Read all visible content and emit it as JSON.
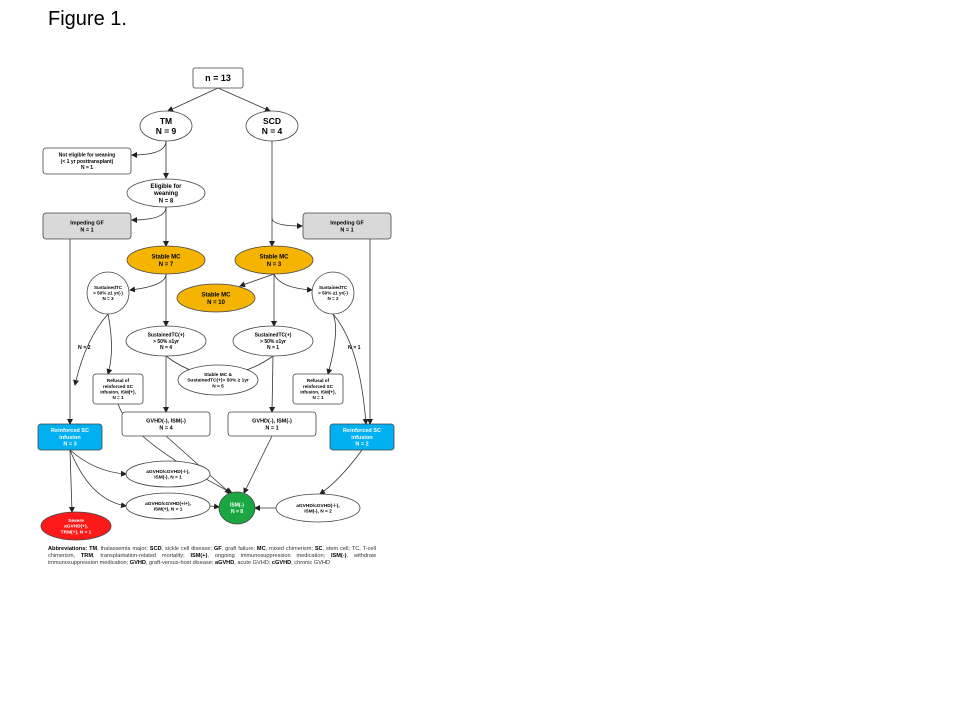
{
  "figure_title": "Figure 1.",
  "colors": {
    "stable_mc": "#f5b400",
    "reinforced_sc": "#00b0f0",
    "ism_negative": "#1aa742",
    "severe": "#ff1a1a",
    "impeding_gf": "#d9d9d9"
  },
  "nodes": {
    "root": [
      "n = 13"
    ],
    "tm": [
      "TM",
      "N = 9"
    ],
    "scd": [
      "SCD",
      "N = 4"
    ],
    "not_eligible": [
      "Not eligible for weaning",
      "(< 1 yr posttransplant)",
      "N = 1"
    ],
    "eligible": [
      "Eligible for",
      "weaning",
      "N = 8"
    ],
    "impeding_gf_left": [
      "Impeding GF",
      "N = 1"
    ],
    "impeding_gf_right": [
      "Impeding GF",
      "N = 1"
    ],
    "stable_mc_left": [
      "Stable MC",
      "N = 7"
    ],
    "stable_mc_right": [
      "Stable MC",
      "N = 3"
    ],
    "stable_mc_total": [
      "Stable MC",
      "N = 10"
    ],
    "sustained_tc_neg_left": [
      "SustainedTC",
      "> 50% ≥1 yr(-)",
      "N = 3"
    ],
    "sustained_tc_neg_right": [
      "SustainedTC",
      "> 50% ≥1 yr(-)",
      "N = 2"
    ],
    "sustained_tc_pos_left": [
      "SustainedTC(+)",
      "> 50% ≥1yr",
      "N = 4"
    ],
    "sustained_tc_pos_right": [
      "SustainedTC(+)",
      "> 50% ≥1yr",
      "N = 1"
    ],
    "stable_mc_and_tc": [
      "Stable MC &",
      "SustainedTC(+)> 50% ≥ 1yr",
      "N = 5"
    ],
    "refusal_left": [
      "Refusal of",
      "reinforced SC",
      "infusion, ISM(+),",
      "N = 1"
    ],
    "refusal_right": [
      "Refusal of",
      "reinforced SC",
      "infusion, ISM(+),",
      "N = 1"
    ],
    "gvhd_left": [
      "GVHD(-), ISM(-)",
      "N = 4"
    ],
    "gvhd_right": [
      "GVHD(-), ISM(-)",
      "N = 1"
    ],
    "reinforced_left": [
      "Reinforced SC",
      "infusion",
      "N = 3"
    ],
    "reinforced_right": [
      "Reinforced SC",
      "infusion",
      "N = 2"
    ],
    "agvhd_neg": [
      "aGVHD/cGVHD(-/-),",
      "ISM(-), N = 1"
    ],
    "agvhd_pos": [
      "aGVHD/cGVHD(+/+),",
      "ISM(+), N = 1"
    ],
    "ism_neg": [
      "ISM(-)",
      "N = 8"
    ],
    "agvhd_right": [
      "aGVHD/cGVHD(-/-),",
      "ISM(-), N = 2"
    ],
    "severe": [
      "Severe",
      "aGVHD(+),",
      "TRM(+), N = 1"
    ]
  },
  "edge_labels": {
    "left_n2": "N = 2",
    "right_n1": "N = 1"
  },
  "abbreviations": {
    "heading": "Abbreviations:",
    "items": [
      {
        "term": "TM",
        "def": ", thalassemia major; "
      },
      {
        "term": "SCD",
        "def": ", sickle cell disease; "
      },
      {
        "term": "GF",
        "def": ", graft failure; "
      },
      {
        "term": "MC",
        "def": ", mixed chimerism; "
      },
      {
        "term": "SC",
        "def": ", stem cell; TC, T-cell chimerism, "
      },
      {
        "term": "TRM",
        "def": ", transplantation-related mortality; "
      },
      {
        "term": "ISM(+)",
        "def": ", ongoing immunosuppression medication; "
      },
      {
        "term": "ISM(-)",
        "def": ", withdraw immunosuppression medication; "
      },
      {
        "term": "GVHD",
        "def": ", graft-versus-host disease; "
      },
      {
        "term": "aGVHD",
        "def": ", acute GVHD; "
      },
      {
        "term": "cGVHD",
        "def": ", chronic GVHD"
      }
    ]
  }
}
